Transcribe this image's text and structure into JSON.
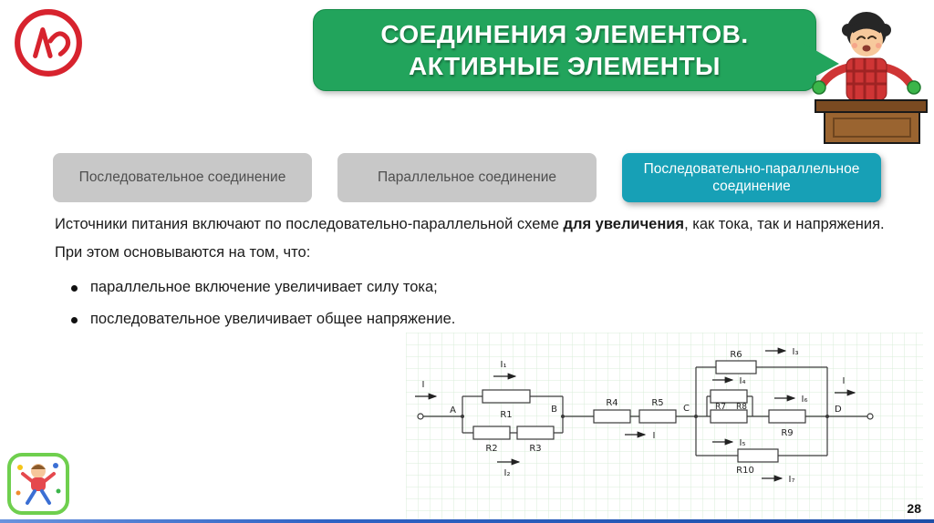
{
  "slide": {
    "title_line1": "СОЕДИНЕНИЯ ЭЛЕМЕНТОВ.",
    "title_line2": "АКТИВНЫЕ ЭЛЕМЕНТЫ",
    "page_number": "28"
  },
  "tabs": [
    {
      "label": "Последовательное соединение",
      "active": false
    },
    {
      "label": "Параллельное соединение",
      "active": false
    },
    {
      "label": "Последовательно-параллельное соединение",
      "active": true
    }
  ],
  "content": {
    "intro_start": "Источники питания включают по последовательно-параллельной схеме ",
    "intro_bold": "для увеличения",
    "intro_end": ", как тока, так и напряжения.",
    "line2": "При этом основываются на том, что:",
    "bullets": [
      "параллельное включение увеличивает силу тока;",
      "последовательное увеличивает общее напряжение."
    ]
  },
  "circuit": {
    "type": "series-parallel power source circuit",
    "nodes": {
      "a": "A",
      "b": "B",
      "c": "C",
      "d": "D"
    },
    "resistors": {
      "r1": "R1",
      "r2": "R2",
      "r3": "R3",
      "r4": "R4",
      "r5": "R5",
      "r6": "R6",
      "r7": "R7",
      "r8": "R8",
      "r9": "R9",
      "r10": "R10"
    },
    "currents": {
      "i": "I",
      "i1": "I₁",
      "i2": "I₂",
      "i3": "I₃",
      "i4": "I₄",
      "i5": "I₅",
      "i6": "I₆",
      "i7": "I₇"
    }
  },
  "colors": {
    "title_bg": "#22a45c",
    "tab_inactive_bg": "#c8c8c8",
    "tab_active_bg": "#17a0b6",
    "footer_line": "#2f63c4",
    "logo_red": "#d7232e",
    "grid_line": "#d9edd9"
  }
}
